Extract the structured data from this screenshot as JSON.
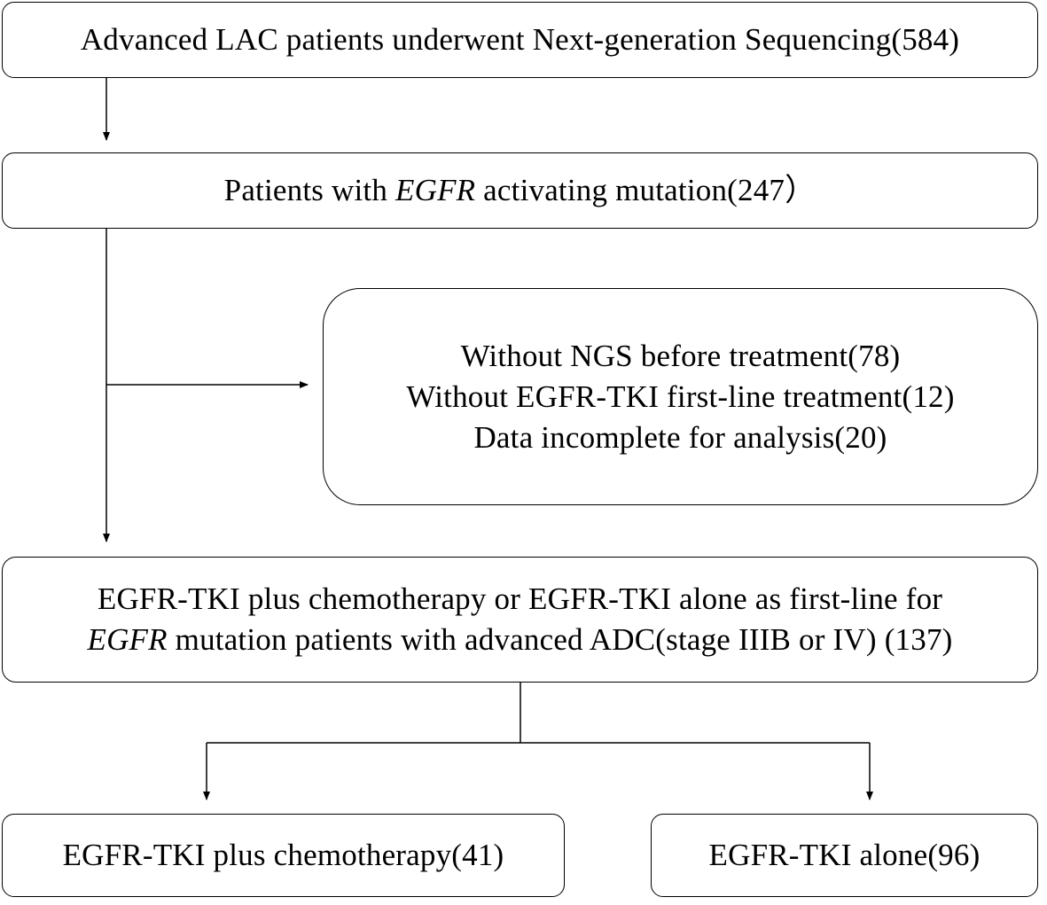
{
  "boxes": {
    "screened": {
      "text": "Advanced LAC patients underwent Next-generation Sequencing(584)"
    },
    "egfr": {
      "pre": "Patients with ",
      "italic": "EGFR",
      "post": " activating mutation(247）"
    },
    "excluded": {
      "lines": [
        "Without NGS before treatment(78)",
        "Without EGFR-TKI first-line treatment(12)",
        "Data incomplete for analysis(20)"
      ]
    },
    "cohort": {
      "line1": "EGFR-TKI plus chemotherapy or EGFR-TKI alone as first-line for",
      "line2_italic": "EGFR",
      "line2_post": " mutation patients with advanced ADC(stage IIIB or IV) (137)"
    },
    "combo": {
      "text": "EGFR-TKI plus chemotherapy(41)"
    },
    "alone": {
      "text": "EGFR-TKI alone(96)"
    }
  }
}
